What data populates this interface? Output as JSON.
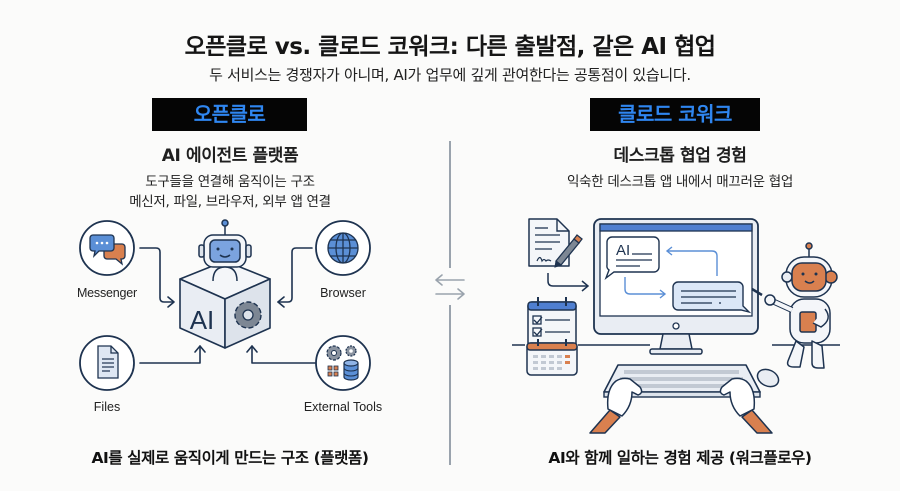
{
  "header": {
    "title": "오픈클로 vs. 클로드 코워크: 다른 출발점, 같은 AI 협업",
    "subtitle": "두 서비스는 경쟁자가 아니며, AI가 업무에 깊게 관여한다는 공통점이 있습니다."
  },
  "left": {
    "badge": "오픈클로",
    "heading": "AI 에이전트 플랫폼",
    "desc_line1": "도구들을 연결해 움직이는 구조",
    "desc_line2": "메신저, 파일, 브라우저, 외부 앱 연결",
    "center_label": "AI",
    "nodes": {
      "messenger": "Messenger",
      "browser": "Browser",
      "files": "Files",
      "external_tools": "External Tools"
    },
    "footer": "AI를 실제로 움직이게 만드는 구조 (플랫폼)"
  },
  "right": {
    "badge": "클로드 코워크",
    "heading": "데스크톱 협업 경험",
    "desc": "익숙한 데스크톱 앱 내에서 매끄러운 협업",
    "screen_label": "AI",
    "footer": "AI와 함께 일하는 경험 제공 (워크플로우)"
  },
  "colors": {
    "badge_bg": "#050505",
    "badge_text": "#2f86f0",
    "line": "#1e3350",
    "accent_blue": "#5b8fd6",
    "accent_orange": "#d9804f",
    "divider": "#9aa3ad"
  }
}
